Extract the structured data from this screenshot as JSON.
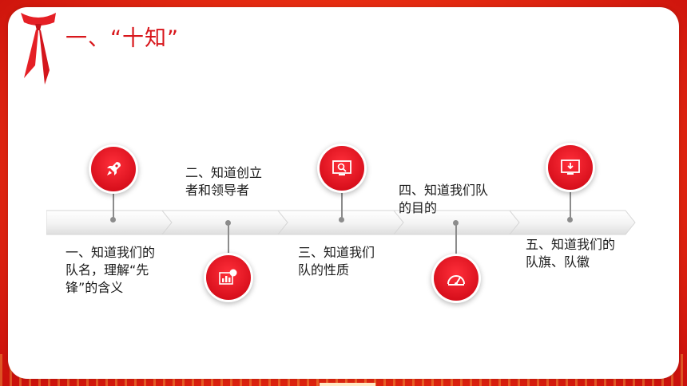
{
  "page": {
    "title": "一、“十知”"
  },
  "steps": [
    {
      "id": "1",
      "lines": [
        "一、知道我们的",
        "队名，理解“先",
        "锋”的含义"
      ],
      "icon": "rocket-icon"
    },
    {
      "id": "2",
      "lines": [
        "二、知道创立",
        "者和领导者"
      ],
      "icon": "bar-chart-icon"
    },
    {
      "id": "3",
      "lines": [
        "三、知道我们",
        "队的性质"
      ],
      "icon": "search-monitor-icon"
    },
    {
      "id": "4",
      "lines": [
        "四、知道我们队",
        "的目的"
      ],
      "icon": "speedometer-icon"
    },
    {
      "id": "5",
      "lines": [
        "五、知道我们的",
        "队旗、队徽"
      ],
      "icon": "download-monitor-icon"
    }
  ],
  "colors": {
    "accent": "#d8161b",
    "circle": "#e01420",
    "frame": "#ee3412",
    "line": "#8c8c8c"
  }
}
